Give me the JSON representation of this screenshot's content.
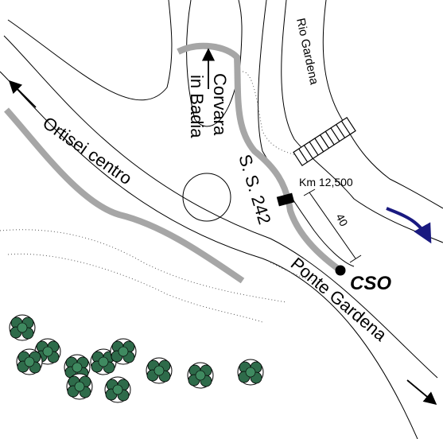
{
  "labels": {
    "ortisei": "Ortisei centro",
    "corvara_line1": "Corvara",
    "corvara_line2": "in Badia",
    "ss": "S. S. 242",
    "rio": "Rio Gardena",
    "km": "Km 12,500",
    "dist": "40",
    "cso": "CSO",
    "ponte": "Ponte Gardena"
  },
  "colors": {
    "road_highlight": "#a6a6a6",
    "river_arrow": "#1a1a80",
    "tree_fill": "#2e6b4a"
  },
  "icons": [
    "arrow-left-icon",
    "arrow-up-icon",
    "arrow-down-right-icon",
    "river-flow-arrow-icon",
    "bridge-icon",
    "roundabout-icon",
    "station-marker-icon",
    "tree-cluster-icon"
  ]
}
